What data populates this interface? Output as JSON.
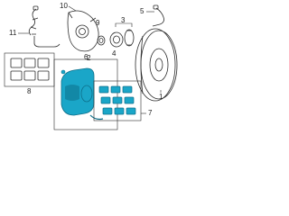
{
  "diagram": {
    "callouts": [
      {
        "id": "1",
        "text": "1"
      },
      {
        "id": "2",
        "text": "2"
      },
      {
        "id": "3",
        "text": "3"
      },
      {
        "id": "4",
        "text": "4"
      },
      {
        "id": "5",
        "text": "5"
      },
      {
        "id": "6",
        "text": "6"
      },
      {
        "id": "7",
        "text": "7"
      },
      {
        "id": "8",
        "text": "8"
      },
      {
        "id": "9",
        "text": "9"
      },
      {
        "id": "10",
        "text": "10"
      },
      {
        "id": "11",
        "text": "11"
      }
    ],
    "colors": {
      "line": "#2b2b2b",
      "highlight": "#1aa6c8",
      "highlight_dark": "#0d6f8a",
      "background": "#ffffff"
    }
  }
}
